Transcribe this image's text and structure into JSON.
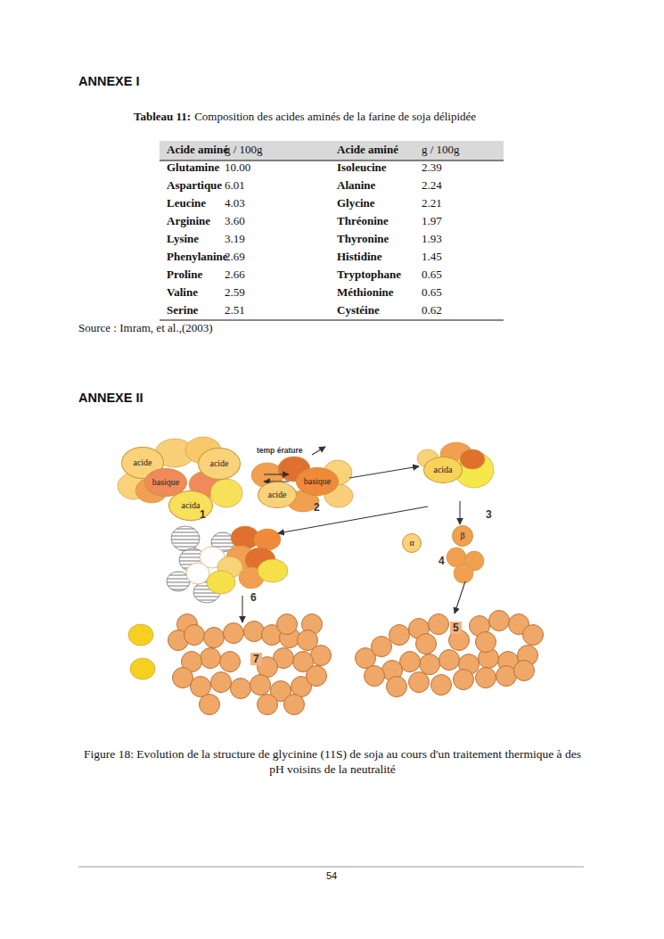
{
  "diagram": {
    "caption": "Figure 18: Evolution de la structure de glycinine (11S) de soja au cours d'un traitement thermique à des pH voisins de la neutralité",
    "nodes": [
      {
        "text": [
          "acide"
        ]
      },
      {
        "text": [
          "basique"
        ]
      },
      {
        "text": [
          "acide"
        ]
      },
      {
        "text": [
          "acida"
        ]
      },
      {
        "text": [
          "basique"
        ]
      },
      {
        "text": [
          "acide"
        ]
      },
      {
        "text": [
          "acida"
        ]
      },
      {
        "text": [
          "α"
        ]
      },
      {
        "text": [
          "β"
        ]
      }
    ],
    "labels": [
      "ANNEXE I",
      "Tableau 11:",
      "Composition des acides aminés de la farine de soja délipidée",
      "Acide aminé",
      "g / 100g",
      "Acide aminé",
      "g / 100g",
      "Glutamine",
      "10.00",
      "Isoleucine",
      "2.39",
      "Aspartique",
      "6.01",
      "Alanine",
      "2.24",
      "Leucine",
      "4.03",
      "Glycine",
      "2.21",
      "Arginine",
      "3.60",
      "Thréonine",
      "1.97",
      "Lysine",
      "3.19",
      "Thyronine",
      "1.93",
      "Phenylanine",
      "2.69",
      "Histidine",
      "1.45",
      "Proline",
      "2.66",
      "Tryptophane",
      "0.65",
      "Valine",
      "2.59",
      "Méthionine",
      "0.65",
      "Serine",
      "2.51",
      "Cystéine",
      "0.62",
      "Source : Imram, et al.,(2003)",
      "ANNEXE II",
      "temp érature",
      "1",
      "2",
      "3",
      "4",
      "5",
      "6",
      "7",
      "54"
    ]
  }
}
